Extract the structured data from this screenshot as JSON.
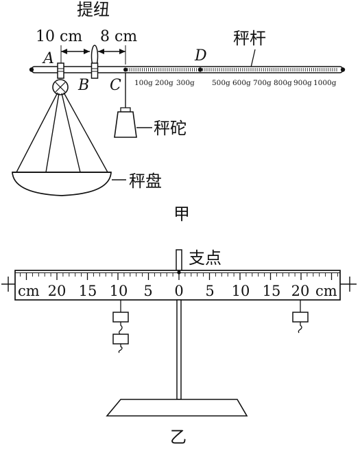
{
  "figure_a": {
    "caption": "甲",
    "label_tiniu": "提纽",
    "dim_left": "10 cm",
    "dim_right": "8 cm",
    "point_a": "A",
    "point_b": "B",
    "point_c": "C",
    "point_d": "D",
    "label_beam": "秤杆",
    "label_weight": "秤砣",
    "label_pan": "秤盘",
    "scale_labels": [
      "100g",
      "200g",
      "300g",
      "500g",
      "600g",
      "700g",
      "800g",
      "900g",
      "1000g"
    ]
  },
  "figure_b": {
    "caption": "乙",
    "label_pivot": "支点",
    "ruler_unit_left": "cm",
    "ruler_unit_right": "cm",
    "ruler_numbers": [
      "20",
      "15",
      "10",
      "5",
      "0",
      "5",
      "10",
      "15",
      "20"
    ],
    "left_masses_count": 2,
    "right_masses_count": 1
  }
}
